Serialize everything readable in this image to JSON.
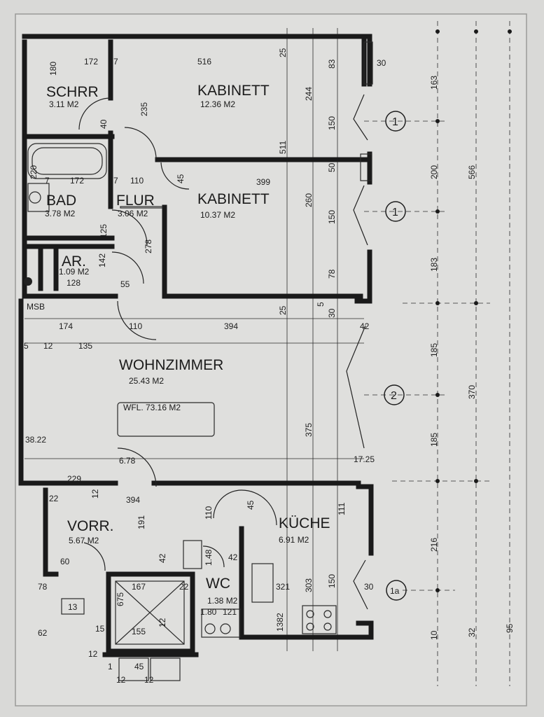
{
  "rooms": {
    "schrr": {
      "name": "SCHRR",
      "area": "3.11 M2"
    },
    "kabinett1": {
      "name": "KABINETT",
      "area": "12.36 M2"
    },
    "bad": {
      "name": "BAD",
      "area": "3.78 M2"
    },
    "flur": {
      "name": "FLUR",
      "area": "3.06 M2"
    },
    "kabinett2": {
      "name": "KABINETT",
      "area": "10.37 M2"
    },
    "ar": {
      "name": "AR.",
      "area": "1.09 M2"
    },
    "wohnzimmer": {
      "name": "WOHNZIMMER",
      "area": "25.43 M2"
    },
    "vorr": {
      "name": "VORR.",
      "area": "5.67 M2"
    },
    "kueche": {
      "name": "KÜCHE",
      "area": "6.91 M2"
    },
    "wc": {
      "name": "WC",
      "area": "1.38 M2"
    }
  },
  "total_area": "WFL. 73.16 M2",
  "msb_label": "MSB",
  "unit_number": "13",
  "axis_markers": {
    "a1": "1",
    "a1b": "1",
    "a2": "2",
    "a3": "1a"
  },
  "dimensions": {
    "d180": "180",
    "d172a": "172",
    "d7a": "7",
    "d516": "516",
    "d25a": "25",
    "d30a": "30",
    "d40": "40",
    "d235": "235",
    "d244": "244",
    "d83": "83",
    "d163": "163",
    "d150a": "150",
    "d511": "511",
    "d200": "200",
    "d566": "566",
    "d220": "220",
    "d7b": "7",
    "d172b": "172",
    "d7c": "7",
    "d110a": "110",
    "d45a": "45",
    "d399": "399",
    "d50": "50",
    "d260": "260",
    "d150b": "150",
    "d125": "125",
    "d278": "278",
    "d142": "142",
    "d128": "128",
    "d55": "55",
    "d183": "183",
    "d78a": "78",
    "d25b": "25",
    "d5": "5",
    "d30b": "30",
    "d174": "174",
    "d110b": "110",
    "d394a": "394",
    "d42a": "42",
    "d5b": "5",
    "d12a": "12",
    "d135": "135",
    "d185a": "185",
    "d370": "370",
    "d375": "375",
    "d185b": "185",
    "d3822": "38.22",
    "d1725": "17.25",
    "d678": "6.78",
    "d229": "229",
    "d22a": "22",
    "d394b": "394",
    "d12b": "12",
    "d191": "191",
    "d110c": "110",
    "d45b": "45",
    "d111": "111",
    "d216": "216",
    "d60": "60",
    "d42b": "42",
    "d42c": "42",
    "d1482": "1.48",
    "d78b": "78",
    "d167": "167",
    "d22b": "22",
    "d321": "321",
    "d303": "303",
    "d150c": "150",
    "d30c": "30",
    "d675": "675",
    "d155": "155",
    "d12c": "12",
    "d180b": "1.80",
    "d121": "121",
    "d1382": "1382",
    "d62": "62",
    "d10": "10",
    "d32": "32",
    "d95": "95",
    "d45c": "45",
    "d12d": "12",
    "d12e": "12",
    "d12f": "12",
    "d15": "15",
    "d1b": "1"
  }
}
